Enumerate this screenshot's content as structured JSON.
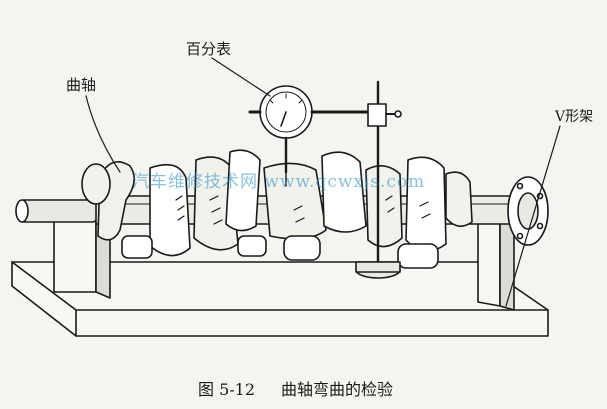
{
  "labels": {
    "dial_gauge": "百分表",
    "crankshaft": "曲轴",
    "v_block": "V形架"
  },
  "watermark": "汽车维修技术网 www.qcwxjs.com",
  "caption": {
    "number": "图 5-12",
    "title": "曲轴弯曲的检验"
  }
}
